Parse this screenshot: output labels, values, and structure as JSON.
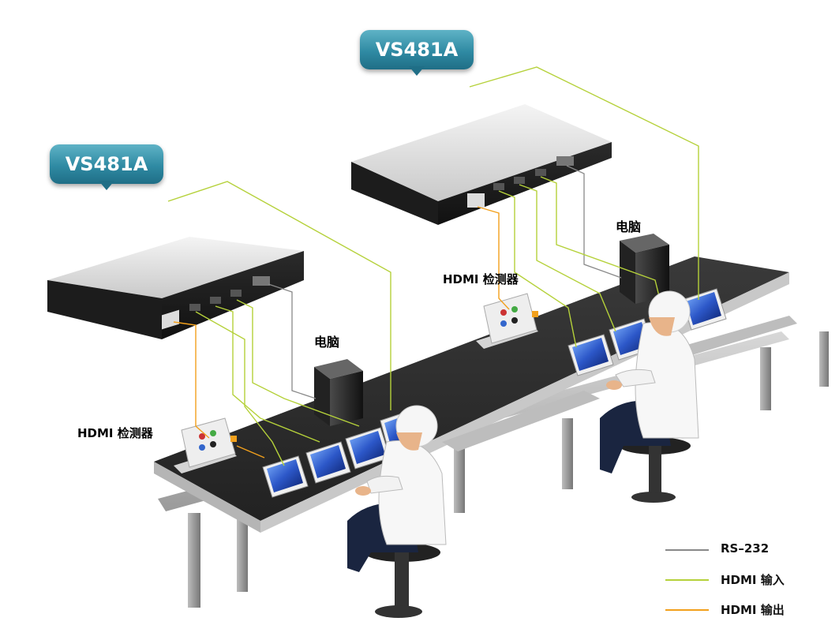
{
  "switches": [
    {
      "label": "VS481A"
    },
    {
      "label": "VS481A"
    }
  ],
  "computers": [
    {
      "label": "电脑"
    },
    {
      "label": "电脑"
    }
  ],
  "testers": [
    {
      "label": "HDMI 检测器"
    },
    {
      "label": "HDMI 检测器"
    }
  ],
  "legend": [
    {
      "label": "RS–232",
      "color": "#888888"
    },
    {
      "label": "HDMI 输入",
      "color": "#b5d13a"
    },
    {
      "label": "HDMI 输出",
      "color": "#f2a01c"
    }
  ],
  "colors": {
    "bubble": "#2f8aa3",
    "rs232": "#888888",
    "hdmi_in": "#b5d13a",
    "hdmi_out": "#f2a01c"
  }
}
